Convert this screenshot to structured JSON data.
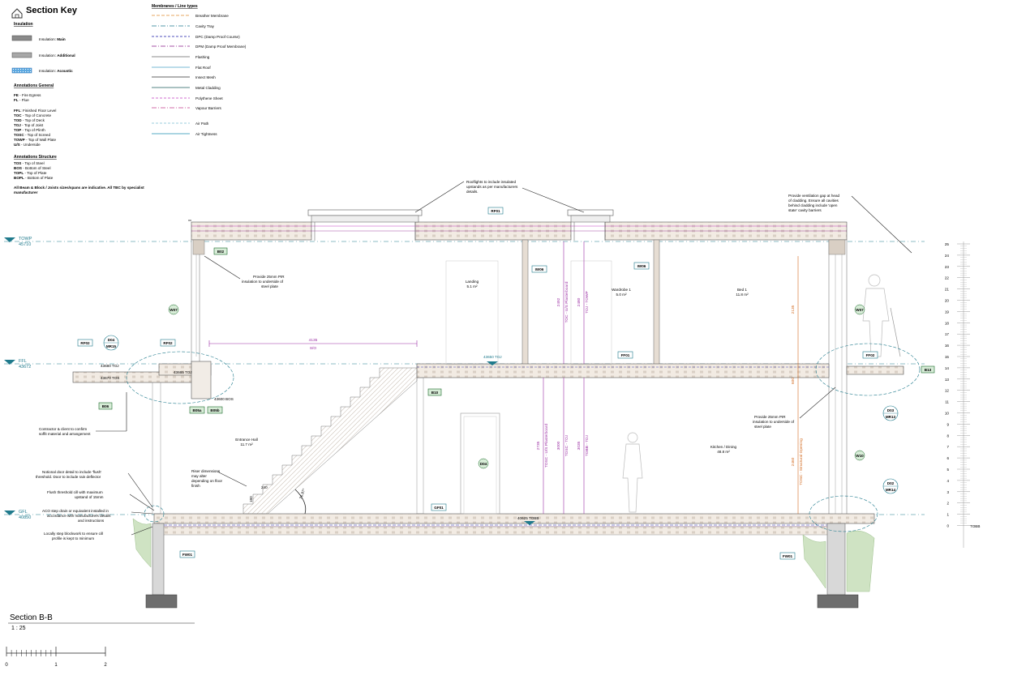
{
  "key": {
    "title": "Section Key",
    "insulation_heading": "Insulation",
    "insulation": [
      {
        "prefix": "Insulation: ",
        "label": "Main"
      },
      {
        "prefix": "Insulation: ",
        "label": "Additional"
      },
      {
        "prefix": "Insulation: ",
        "label": "Acoustic"
      }
    ],
    "ann_general_heading": "Annotations General",
    "ann_general_1": [
      {
        "abbr": "FE",
        "text": " - Fire Egress"
      },
      {
        "abbr": "FL",
        "text": " - Flue"
      }
    ],
    "ann_general_2": [
      {
        "abbr": "FFL",
        "text": ": Finished Floor Level"
      },
      {
        "abbr": "TOC",
        "text": " - Top of Concrete"
      },
      {
        "abbr": "TOD",
        "text": " - Top of Deck"
      },
      {
        "abbr": "TOJ",
        "text": " - Top of Joist"
      },
      {
        "abbr": "TOP",
        "text": " - Top of Plinth"
      },
      {
        "abbr": "TOSC",
        "text": " - Top of Screed"
      },
      {
        "abbr": "TOWP",
        "text": " - Top of Wall Plate"
      },
      {
        "abbr": "U/S",
        "text": " - Underside"
      }
    ],
    "ann_structure_heading": "Annotations Structure",
    "ann_structure": [
      {
        "abbr": "TOS",
        "text": " - Top of Steel"
      },
      {
        "abbr": "BOS",
        "text": " - Bottom of Steel"
      },
      {
        "abbr": "TOPL",
        "text": " - Top of Plate"
      },
      {
        "abbr": "BOPL",
        "text": " - Bottom of Plate"
      }
    ],
    "note": "All Beam & Block / Joists sizes/spans are indicative. All TBC by specialist",
    "note2": "manufacturer",
    "membranes_heading": "Membranes / Line types",
    "membranes": [
      {
        "label": "Breather Membrane",
        "color": "#e08a2c"
      },
      {
        "label": "Cavity Tray",
        "color": "#1f7a8c"
      },
      {
        "label": "DPC (Damp Proof Course)",
        "color": "#1a1aa6"
      },
      {
        "label": "DPM (Damp Proof Membrane)",
        "color": "#8b1a8b"
      },
      {
        "label": "Flashing",
        "color": "#666666"
      },
      {
        "label": "Flat Roof",
        "color": "#4aa3c9"
      },
      {
        "label": "Insect Mesh",
        "color": "#333333"
      },
      {
        "label": "Metal Cladding",
        "color": "#1b5e5e"
      },
      {
        "label": "Polythene Sheet",
        "color": "#c23fc2"
      },
      {
        "label": "Vapour Barriers",
        "color": "#c23f8f"
      },
      {
        "label": "Air Path",
        "color": "#7bbfd4"
      },
      {
        "label": "Air Tightness",
        "color": "#1f8fb0"
      }
    ]
  },
  "levels": {
    "towp": {
      "name": "TOWP",
      "value": "45710"
    },
    "ffl": {
      "name": "FFL",
      "value": "43672"
    },
    "gfl": {
      "name": "GFL",
      "value": "40850"
    },
    "tobb": "TOBB"
  },
  "tags": {
    "rf01": "RF01",
    "rf02a": "RF02",
    "rf02b": "RF02",
    "ff01": "FF01",
    "ff02": "FF02",
    "gf01": "GF01",
    "fw01a": "FW01",
    "fw01b": "FW01",
    "iw06a": "IW06",
    "iw06b": "IW06",
    "b02": "B02",
    "b06": "B06",
    "b05a": "B05a",
    "b05b": "B05b",
    "b10": "B10",
    "b13": "B13",
    "w07": "W07",
    "w07b": "W07",
    "d04a": "D04",
    "d04b": "D04",
    "d03": "D03",
    "d02": "D02",
    "w10": "W10",
    "mr15": "MR15",
    "mr14": "MR14",
    "mr13": "MR13"
  },
  "rooms": [
    {
      "name": "Landing",
      "area": "5.1 m²"
    },
    {
      "name": "Wardrobe 1",
      "area": "5.0 m²"
    },
    {
      "name": "Bed 1",
      "area": "11.8 m²"
    },
    {
      "name": "Entrance Hall",
      "area": "11.7 m²"
    },
    {
      "name": "Kitchen / Dining",
      "area": "48.8 m²"
    }
  ],
  "annotations": {
    "rooflights_1": "Rooflights to include insulated",
    "rooflights_2": "upstands as per manufacturers",
    "rooflights_3": "details.",
    "vent_1": "Provide ventilation gap at head",
    "vent_2": "of cladding. Ensure all cavities",
    "vent_3": "behind cladding include 'open",
    "vent_4": "state' cavity barriers",
    "pir_top_1": "Provide 25mm PIR",
    "pir_top_2": "insulation to underside of",
    "pir_top_3": "steel plate",
    "pir_right_1": "Provide 25mm PIR",
    "pir_right_2": "insulation to underside of",
    "pir_right_3": "steel plate",
    "contractor_1": "Contractor & client to confirm",
    "contractor_2": "soffit material and arrangement",
    "riser_1": "Riser dimensions",
    "riser_2": "may alter",
    "riser_3": "depending on floor",
    "riser_4": "finish",
    "notional_1": "Notional door detail to include 'flush'",
    "notional_2": "threshold. Door to include rain deflector",
    "flush_1": "Flush threshold cill with maximum",
    "flush_2": "upstand of 15mm",
    "aco_1": "ACO step drain or equivalent installed in",
    "aco_2": "accordance with manufacturers details",
    "aco_3": "and instructions",
    "locally_1": "Locally step blockwork to ensure cill",
    "locally_2": "profile is kept to minimum"
  },
  "dims": {
    "span": "4135",
    "span_sub": "S/O",
    "v1": "2492",
    "v1b": "TOC - U/S Plasterboard",
    "v2": "2480",
    "v2b": "TOJ - TOWP",
    "v3": "2135",
    "v3b": "TOSC - Structural Ceiling",
    "v4": "2735",
    "v4b": "TOSC - U/S Plasterboard",
    "v5": "3000",
    "v5b": "TOSC - TOJ",
    "v6": "3035",
    "v6b": "TOBB - TOJ",
    "v7": "2460",
    "v7b": "TOSC - Structural Opening",
    "v8": "600",
    "tread": "240",
    "riser": "180",
    "angle": "36.87°",
    "toj1": "43680 TOJ",
    "toj2": "43665 TOJ",
    "toj3": "43650 TOJ",
    "tobb1": "40625 TOBB",
    "tobb_small": "43600 BOS",
    "toj_small": "43670 TOS"
  },
  "scale_bar": {
    "labels": [
      "25",
      "24",
      "23",
      "22",
      "21",
      "20",
      "19",
      "18",
      "17",
      "16",
      "15",
      "14",
      "13",
      "12",
      "11",
      "10",
      "9",
      "8",
      "7",
      "6",
      "5",
      "4",
      "3",
      "2",
      "1",
      "0"
    ]
  },
  "footer": {
    "title": "Section B-B",
    "scale": "1 : 25",
    "bar_labels": [
      "0",
      "1",
      "2"
    ]
  }
}
